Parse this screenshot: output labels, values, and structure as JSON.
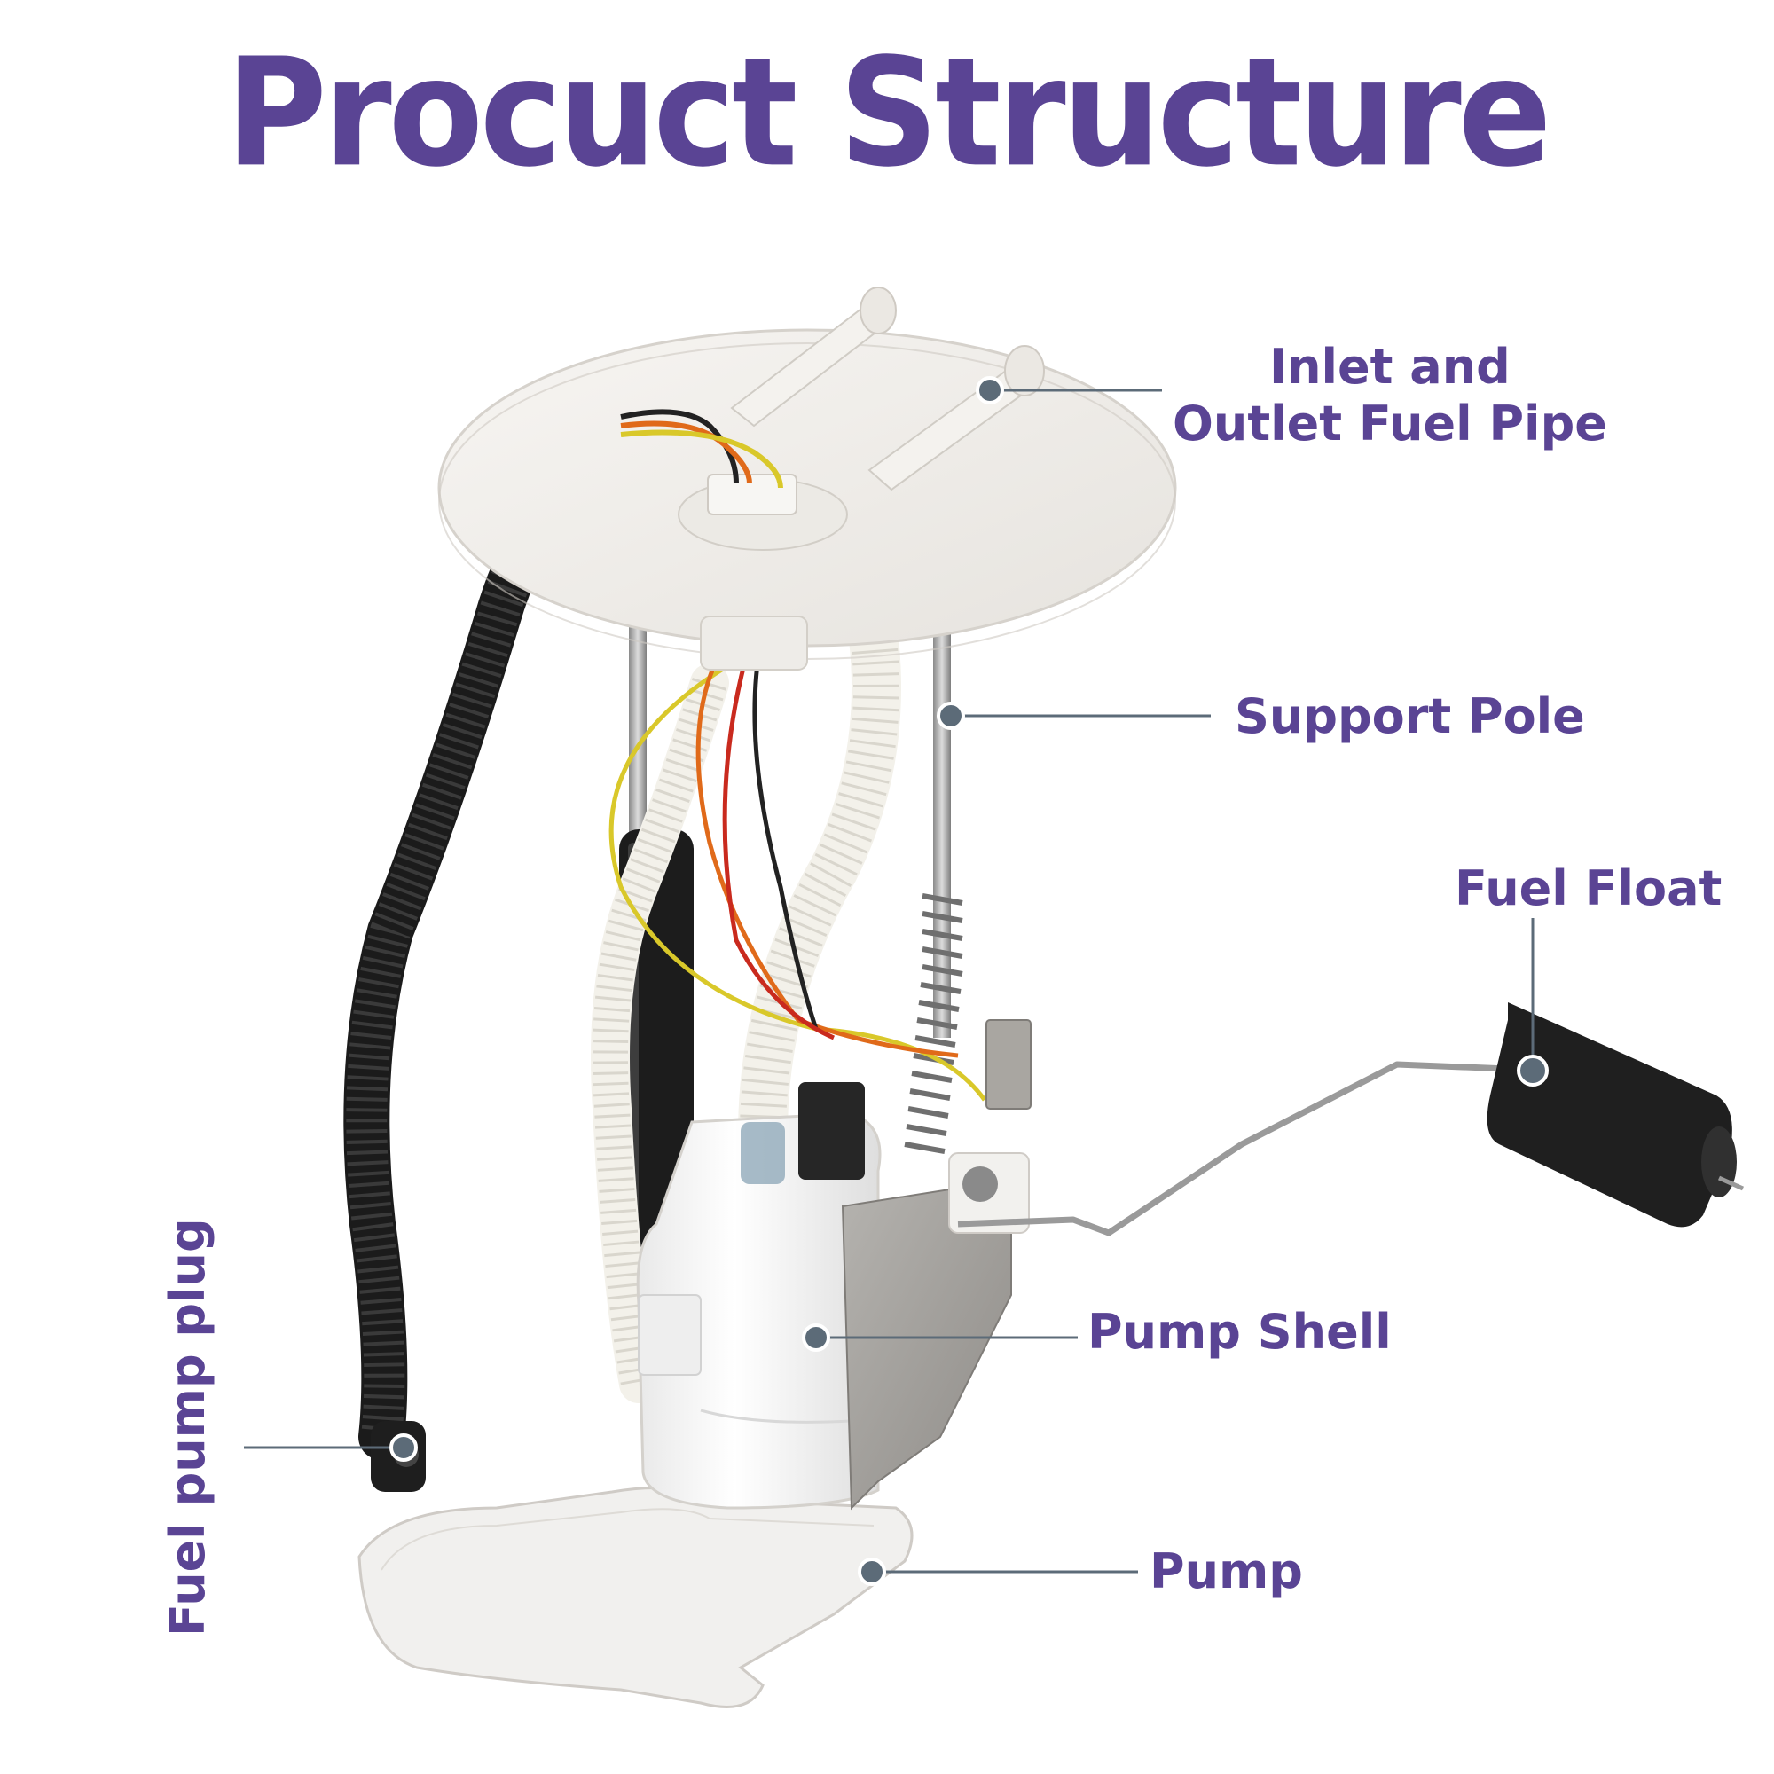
{
  "title": "Procuct Structure",
  "labels": {
    "inlet_line1": "Inlet and",
    "inlet_line2": "Outlet Fuel Pipe",
    "support_pole": "Support Pole",
    "fuel_float": "Fuel Float",
    "pump_shell": "Pump Shell",
    "pump": "Pump",
    "fuel_pump_plug": "Fuel pump plug"
  },
  "colors": {
    "label": "#5a4494",
    "leader": "#5c6b78"
  }
}
